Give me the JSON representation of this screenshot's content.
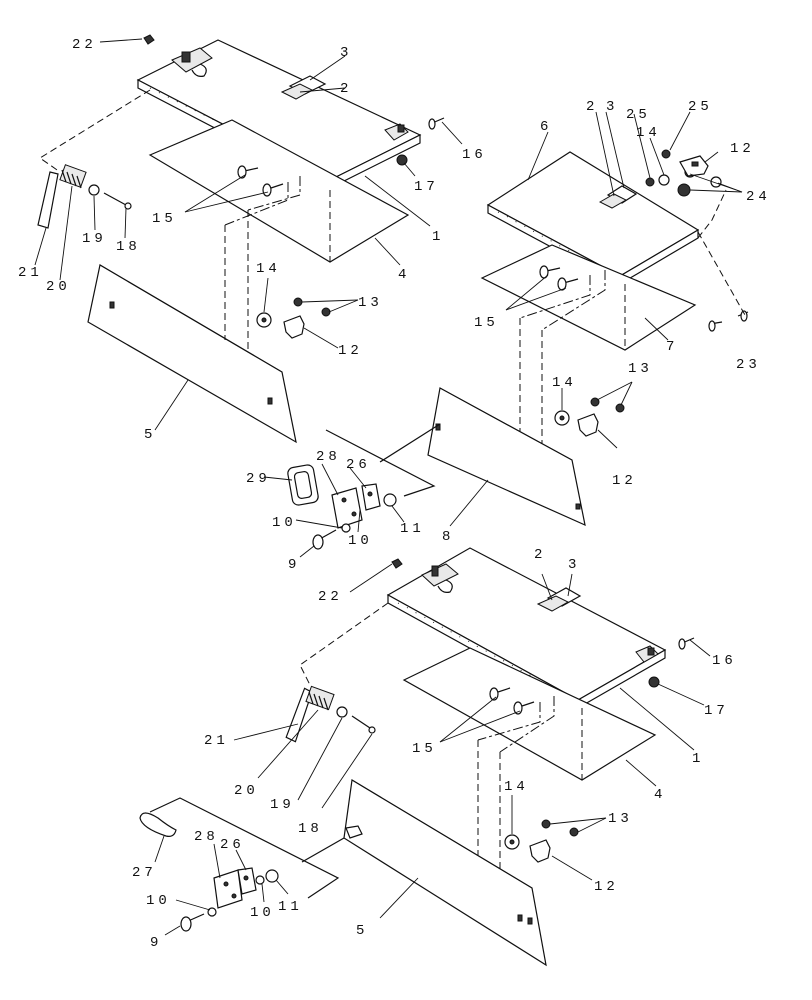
{
  "callouts": {
    "top_left": {
      "c22": "22",
      "c3": "3",
      "c2": "2",
      "c16": "16",
      "c17": "17",
      "c15": "15",
      "c1": "1",
      "c4": "4",
      "c21": "21",
      "c20": "20",
      "c19": "19",
      "c18": "18",
      "c14": "14",
      "c13": "13",
      "c12": "12",
      "c5": "5"
    },
    "top_right": {
      "c6": "6",
      "c2": "2",
      "c3": "3",
      "c25a": "25",
      "c25b": "25",
      "c14": "14",
      "c12a": "12",
      "c24": "24",
      "c15": "15",
      "c7": "7",
      "c23": "23",
      "c14b": "14",
      "c13": "13",
      "c12b": "12"
    },
    "middle": {
      "c29": "29",
      "c28": "28",
      "c26": "26",
      "c10a": "10",
      "c10b": "10",
      "c11": "11",
      "c9": "9",
      "c8": "8"
    },
    "bottom": {
      "c22": "22",
      "c2": "2",
      "c3": "3",
      "c16": "16",
      "c17": "17",
      "c15": "15",
      "c1": "1",
      "c4": "4",
      "c21": "21",
      "c20": "20",
      "c19": "19",
      "c18": "18",
      "c14": "14",
      "c13": "13",
      "c12": "12",
      "c27": "27",
      "c28": "28",
      "c26": "26",
      "c10a": "10",
      "c10b": "10",
      "c11": "11",
      "c9": "9",
      "c5": "5"
    }
  }
}
